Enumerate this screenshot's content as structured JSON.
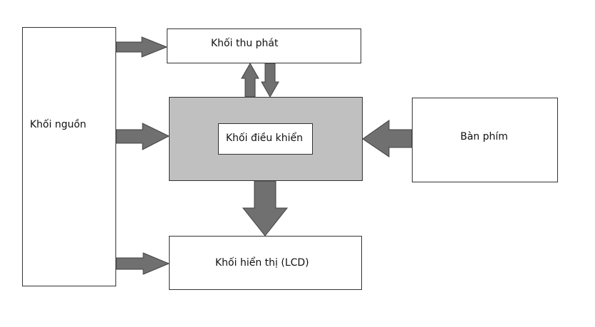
{
  "blocks": {
    "power": {
      "label": "Khối nguồn"
    },
    "transceiver": {
      "label": "Khối thu phát"
    },
    "controller": {
      "label": "Khối điều khiển"
    },
    "keyboard": {
      "label": "Bàn phím"
    },
    "display": {
      "label": "Khối hiển thị (LCD)"
    }
  },
  "colors": {
    "controller_fill": "#c0c0c0",
    "arrow_fill": "#707070",
    "border": "#333333"
  }
}
